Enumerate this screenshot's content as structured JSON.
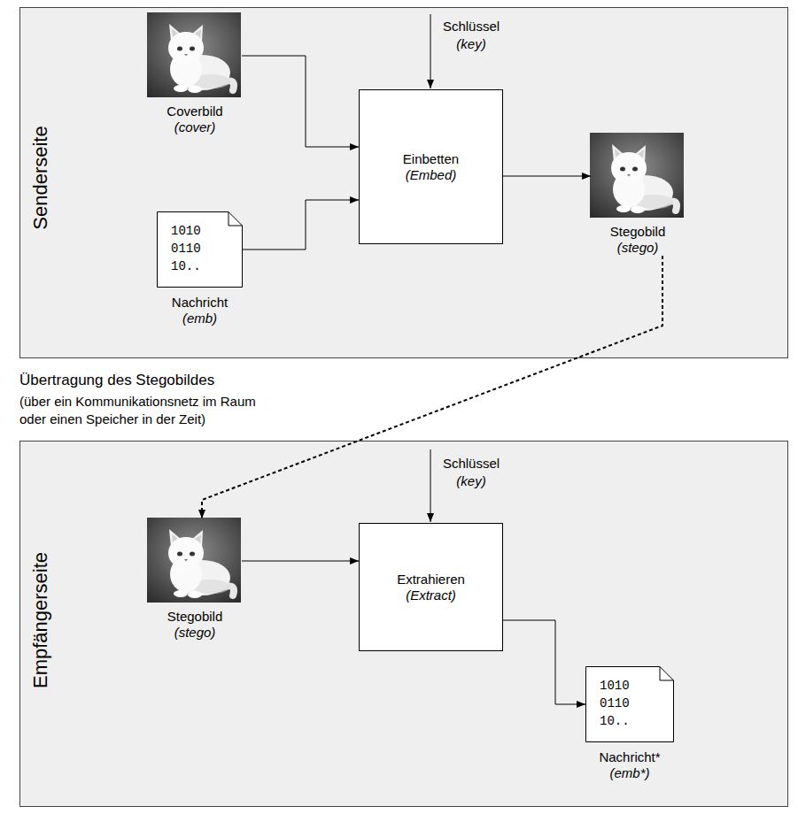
{
  "diagram": {
    "nodes": [
      {
        "text": [
          "Senderseite"
        ]
      },
      {
        "text": [
          "Coverbild",
          "(cover)"
        ],
        "in": 0
      },
      {
        "text": [
          "1010 0110 10..",
          "Nachricht",
          "(emb)"
        ],
        "in": 0
      },
      {
        "text": [
          "Einbetten",
          "(Embed)"
        ],
        "in": 0
      },
      {
        "text": [
          "Stegobild",
          "(stego)"
        ],
        "in": 0
      },
      {
        "text": [
          "Empfängerseite"
        ]
      },
      {
        "text": [
          "Stegobild",
          "(stego)"
        ],
        "in": 5
      },
      {
        "text": [
          "Extrahieren",
          "(Extract)"
        ],
        "in": 5
      },
      {
        "text": [
          "1010 0110 10..",
          "Nachricht*",
          "(emb*)"
        ],
        "in": 5
      }
    ],
    "edges": [
      {
        "from": 1,
        "to": 3,
        "arrow": "to"
      },
      {
        "from": 2,
        "to": 3,
        "arrow": "to"
      },
      {
        "from": 3,
        "to": 4,
        "arrow": "to"
      },
      {
        "from": 4,
        "to": 6,
        "arrow": "to"
      },
      {
        "from": 6,
        "to": 7,
        "arrow": "to"
      },
      {
        "from": 7,
        "to": 8,
        "arrow": "to"
      }
    ],
    "labels": [
      "Schlüssel",
      "(key)",
      "Übertragung des Stegobildes",
      "(über ein Kommunikationsnetz im Raum oder einen Speicher in der Zeit)",
      "Schlüssel",
      "(key)"
    ]
  }
}
